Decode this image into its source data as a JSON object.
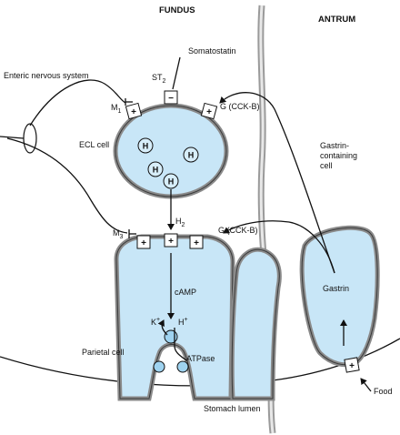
{
  "headers": {
    "fundus": "FUNDUS",
    "antrum": "ANTRUM"
  },
  "labels": {
    "enteric": "Enteric nervous system",
    "somatostatin": "Somatostatin",
    "st2_main": "ST",
    "st2_sub": "2",
    "m1_main": "M",
    "m1_sub": "1",
    "g_cckb_top": "G (CCK-B)",
    "ecl_cell": "ECL cell",
    "h2_main": "H",
    "h2_sub": "2",
    "m3_main": "M",
    "m3_sub": "3",
    "g_cckb_bottom": "G (CCK-B)",
    "camp": "cAMP",
    "k_plus_main": "K",
    "h_plus_main": "H",
    "plus_sup": "+",
    "parietal_cell": "Parietal cell",
    "atpase": "ATPase",
    "stomach_lumen": "Stomach lumen",
    "gastrin_containing_1": "Gastrin-",
    "gastrin_containing_2": "containing",
    "gastrin_containing_3": "cell",
    "gastrin": "Gastrin",
    "food": "Food"
  },
  "receptor_signs": {
    "st2": "−",
    "m1": "+",
    "g_top": "+",
    "m3": "+",
    "h2": "+",
    "g_bottom": "+",
    "gastrin_cell": "+"
  },
  "histamine_granule": "H",
  "colors": {
    "cell_fill": "#c8e6f7",
    "cell_outline": "#3a3a3a",
    "wall": "#9a9a9a"
  }
}
